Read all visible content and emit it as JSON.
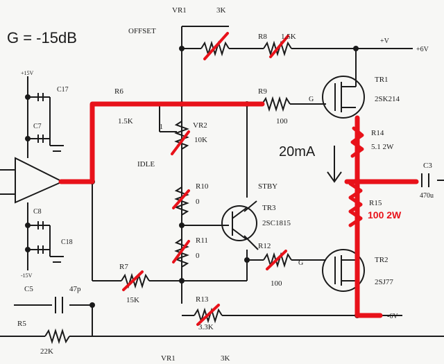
{
  "title": "G = -15dB",
  "annotation": {
    "current": "20mA",
    "r15_note": "100 2W"
  },
  "labels": {
    "vr1_top": "VR1",
    "vr1_top_val": "3K",
    "offset": "OFFSET",
    "r8": "R8",
    "r8_val": "1.5K",
    "rail_pos": "+V",
    "rail_pos2": "+6V",
    "tr1": "TR1",
    "tr1_part": "2SK214",
    "r6": "R6",
    "r6_val": "1.5K",
    "r9": "R9",
    "r9_val": "100",
    "r9_node": "G",
    "vr2": "VR2",
    "vr2_val": "10K",
    "idle": "IDLE",
    "r14": "R14",
    "r14_val": "5.1 2W",
    "c3": "C3",
    "c3_val": "470u",
    "c17": "C17",
    "c7": "C7",
    "c8": "C8",
    "c18": "C18",
    "plus15v": "+15V",
    "minus15v": "-15V",
    "r10": "R10",
    "r10_val": "0",
    "stby": "STBY",
    "tr3": "TR3",
    "tr3_part": "2SC1815",
    "r15": "R15",
    "r11": "R11",
    "r11_val": "0",
    "r12": "R12",
    "r12_val": "100",
    "r12_node": "G",
    "tr2": "TR2",
    "tr2_part": "2SJ77",
    "r7": "R7",
    "r7_val": "15K",
    "c5": "C5",
    "c5_val": "47p",
    "r13": "R13",
    "r13_val": "3.3K",
    "rail_neg": "-6V",
    "r5": "R5",
    "r5_val": "22K",
    "vr1_bottom": "VR1",
    "vr1_bottom_val": "3K",
    "pin1": "1"
  }
}
